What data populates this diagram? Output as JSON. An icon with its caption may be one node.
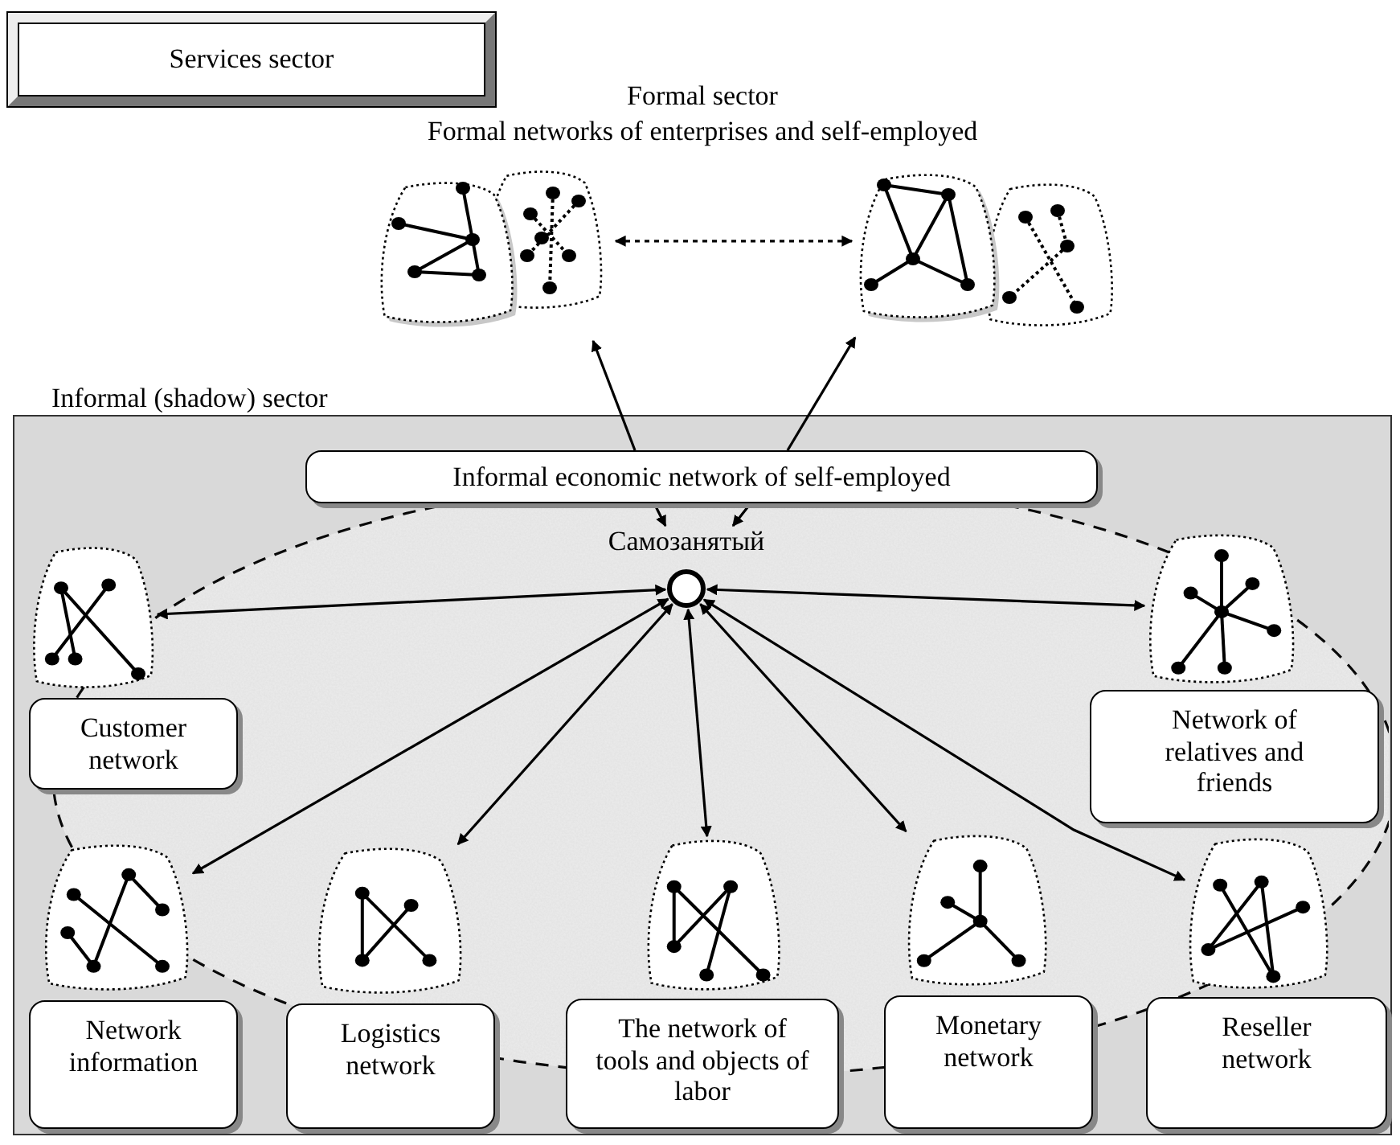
{
  "diagram": {
    "nodes": [
      {
        "text": [
          "Services sector"
        ]
      },
      {
        "text": [],
        "shape": "cloud"
      },
      {
        "text": [],
        "shape": "cloud"
      },
      {
        "text": [
          "Informal (shadow) sector"
        ]
      },
      {
        "text": [
          "Informal economic network of self-employed"
        ],
        "in": 3
      },
      {
        "text": [
          "Самозанятый"
        ],
        "in": 3
      },
      {
        "text": [],
        "shape": "cloud",
        "in": 3
      },
      {
        "text": [],
        "shape": "cloud",
        "in": 3
      },
      {
        "text": [
          "Customer network"
        ],
        "in": 3
      },
      {
        "text": [
          "Network of relatives and friends"
        ],
        "in": 3
      },
      {
        "text": [],
        "shape": "cloud",
        "in": 3
      },
      {
        "text": [],
        "shape": "cloud",
        "in": 3
      },
      {
        "text": [],
        "shape": "cloud",
        "in": 3
      },
      {
        "text": [],
        "shape": "cloud",
        "in": 3
      },
      {
        "text": [],
        "shape": "cloud",
        "in": 3
      },
      {
        "text": [
          "Network information"
        ],
        "in": 3
      },
      {
        "text": [
          "Logistics network"
        ],
        "in": 3
      },
      {
        "text": [
          "The network of tools and objects of labor"
        ],
        "in": 3
      },
      {
        "text": [
          "Monetary network"
        ],
        "in": 3
      },
      {
        "text": [
          "Reseller network"
        ],
        "in": 3
      }
    ],
    "edges": [
      {
        "from": 1,
        "to": 2,
        "arrow": "both",
        "style": "dashed"
      },
      {
        "from": 4,
        "to": 1,
        "arrow": "to"
      },
      {
        "from": 4,
        "to": 2,
        "arrow": "to"
      },
      {
        "from": 4,
        "to": 5,
        "arrow": "to"
      },
      {
        "from": 4,
        "to": 5,
        "arrow": "to"
      },
      {
        "from": 5,
        "to": 6,
        "arrow": "both"
      },
      {
        "from": 5,
        "to": 7,
        "arrow": "both"
      },
      {
        "from": 5,
        "to": 10,
        "arrow": "both"
      },
      {
        "from": 5,
        "to": 11,
        "arrow": "both"
      },
      {
        "from": 5,
        "to": 12,
        "arrow": "both"
      },
      {
        "from": 5,
        "to": 13,
        "arrow": "both"
      },
      {
        "from": 5,
        "to": 14,
        "arrow": "both"
      }
    ],
    "labels": [
      "Formal sector",
      "Formal networks of enterprises and self-employed"
    ]
  }
}
